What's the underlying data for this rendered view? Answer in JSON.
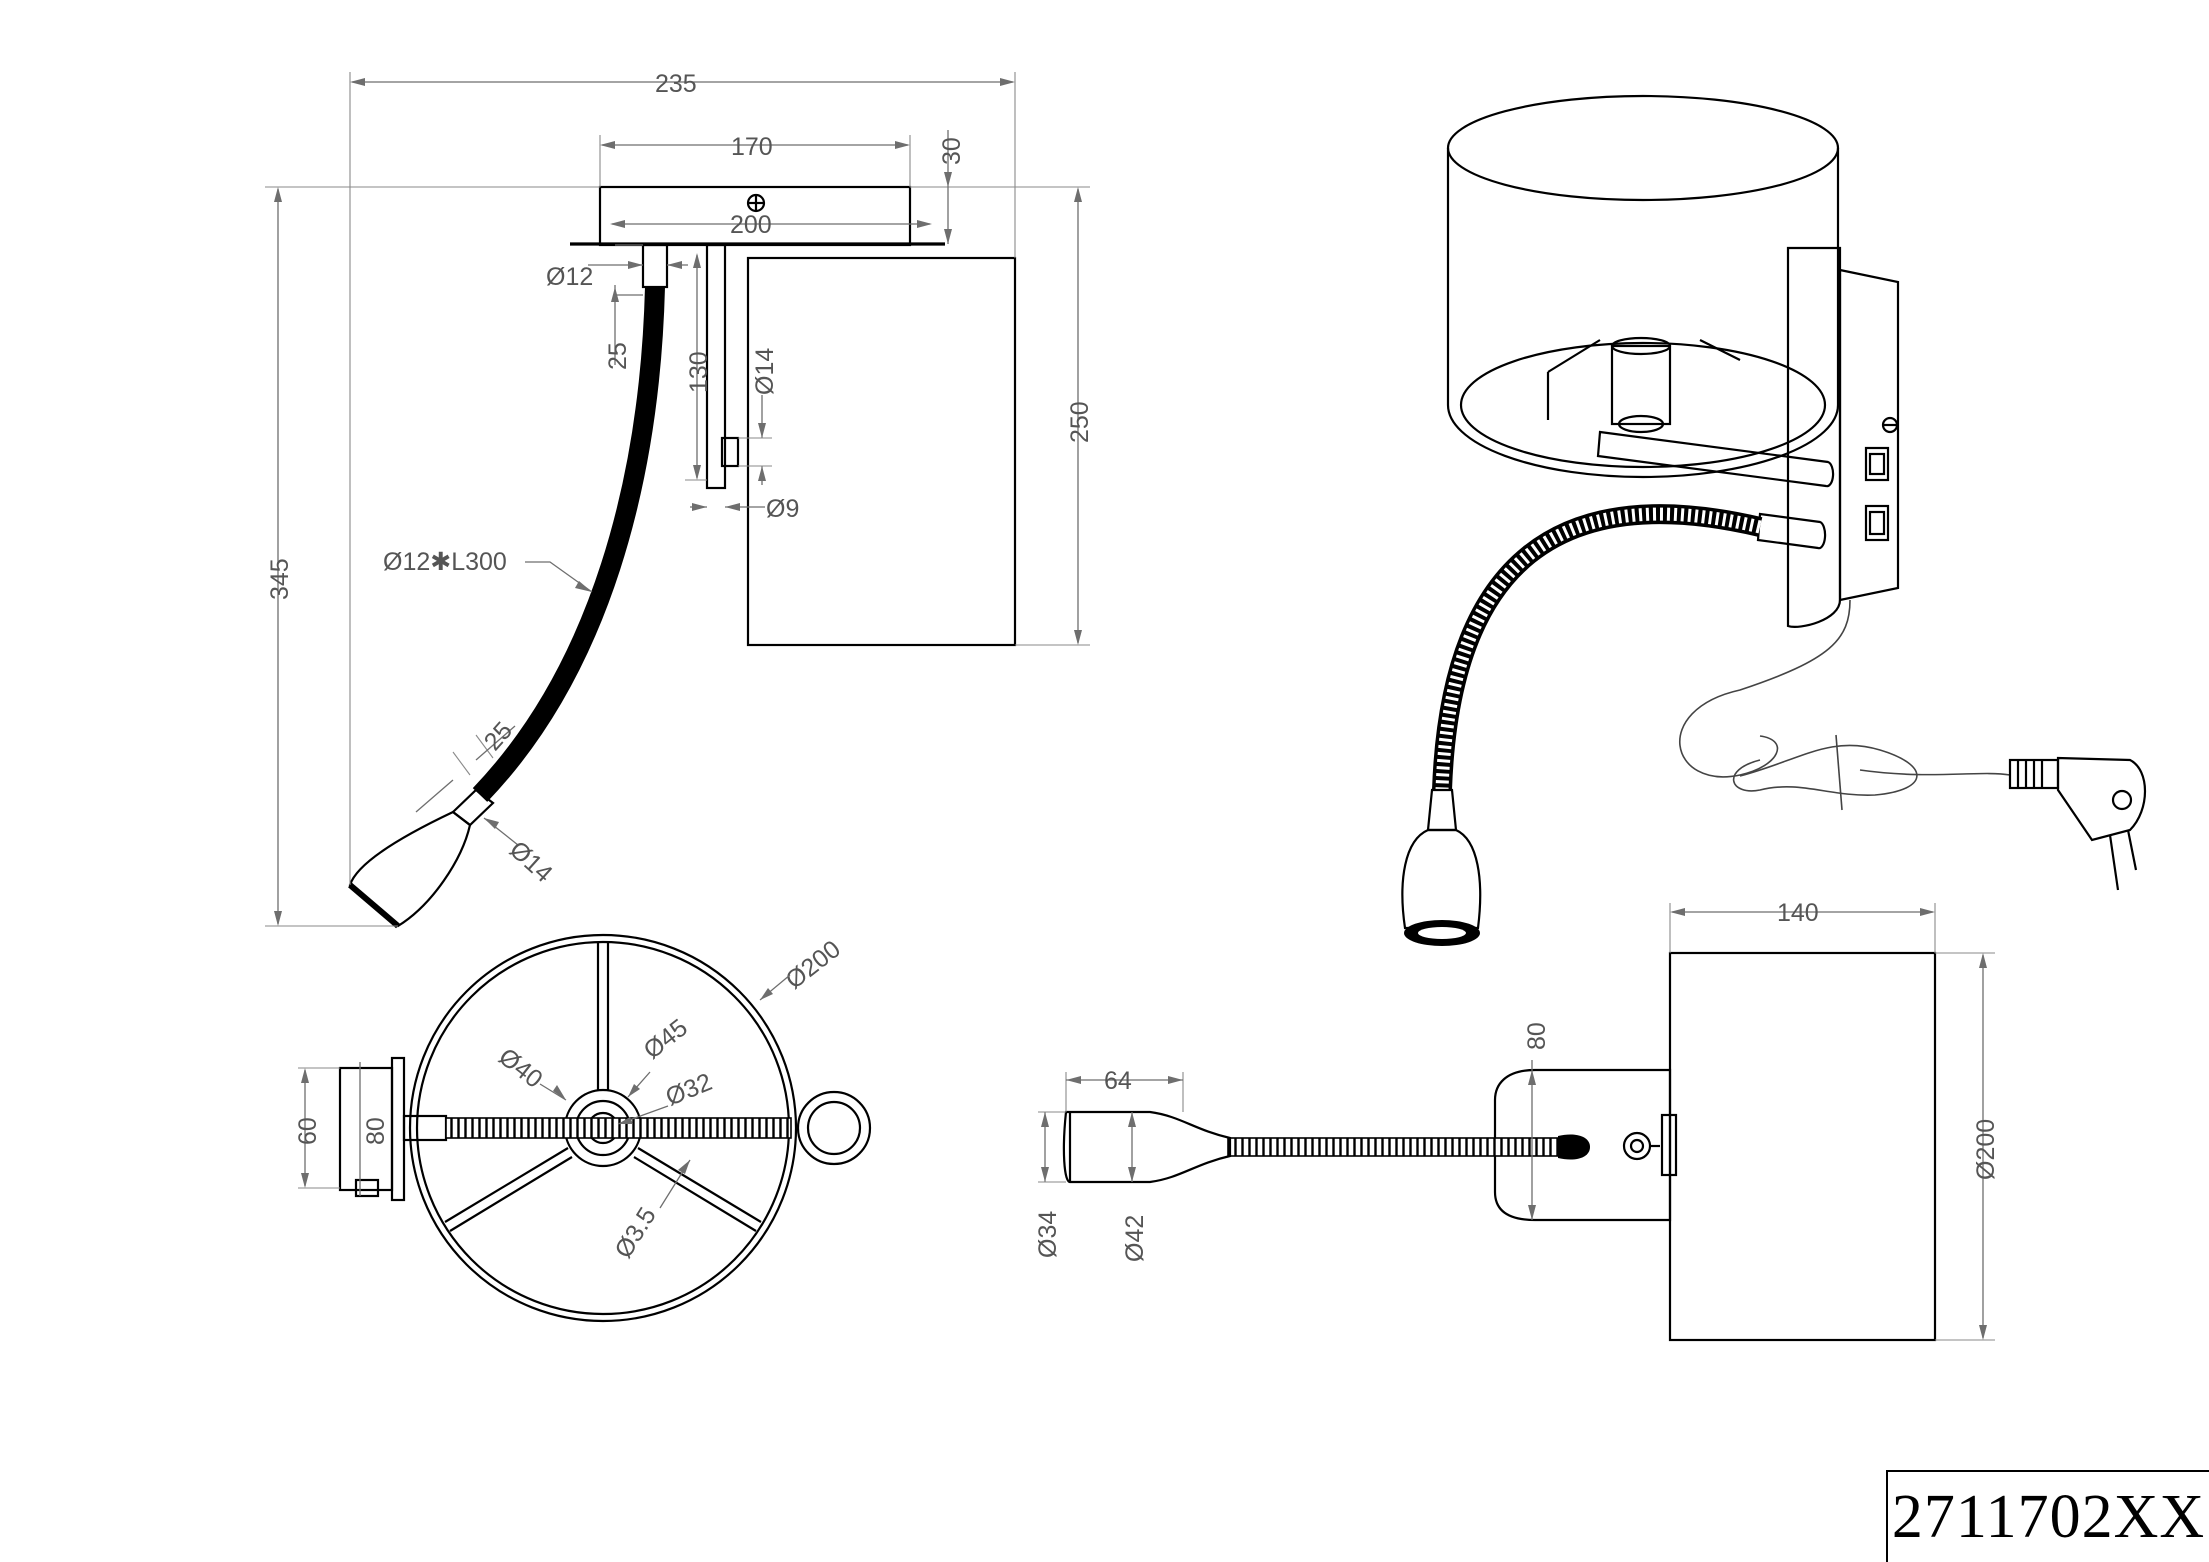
{
  "product_code": "2711702XX",
  "colors": {
    "line": "#000000",
    "dimension": "#6e6e6e",
    "background": "#ffffff"
  },
  "side_view": {
    "dims": {
      "overall_width": "235",
      "plate_width": "170",
      "plate_depth": "30",
      "shade_width": "200",
      "overall_height": "345",
      "shade_height": "250",
      "arm_length": "130",
      "neck_diameter": "Ø12",
      "neck_length": "25",
      "arm_diameter": "Ø14",
      "rod_diameter": "Ø9",
      "flex_spec": "Ø12✱L300",
      "head_neck_length": "25",
      "head_diameter": "Ø14"
    }
  },
  "top_view": {
    "dims": {
      "shade_diameter": "Ø200",
      "hub_diameter": "Ø40",
      "ring_diameter": "Ø45",
      "socket_diameter": "Ø32",
      "spoke_diameter": "Ø3.5",
      "plate_height": "60",
      "plate_width": "80"
    }
  },
  "front_view": {
    "dims": {
      "shade_width": "140",
      "plate_height": "80",
      "head_length": "64",
      "shade_diameter": "Ø200",
      "head_inner_diameter": "Ø34",
      "head_outer_diameter": "Ø42"
    }
  }
}
